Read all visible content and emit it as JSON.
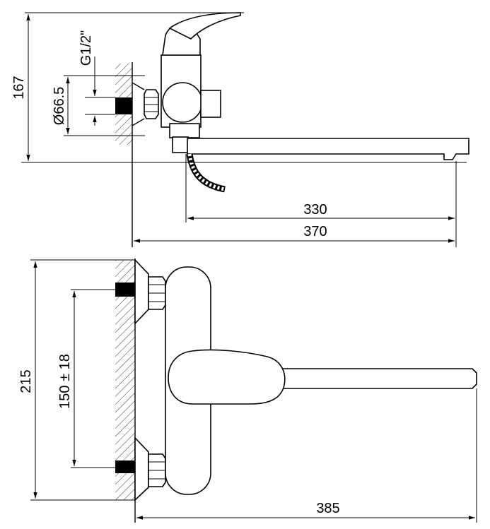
{
  "drawing": {
    "top_view": {
      "height_dim": "167",
      "pipe_diameter_dim": "Ø66.5",
      "thread_dim": "G1/2\"",
      "spout_short_dim": "330",
      "spout_long_dim": "370"
    },
    "front_view": {
      "height_dim": "215",
      "inlet_spacing_dim": "150 ± 18",
      "total_length_dim": "385"
    }
  }
}
